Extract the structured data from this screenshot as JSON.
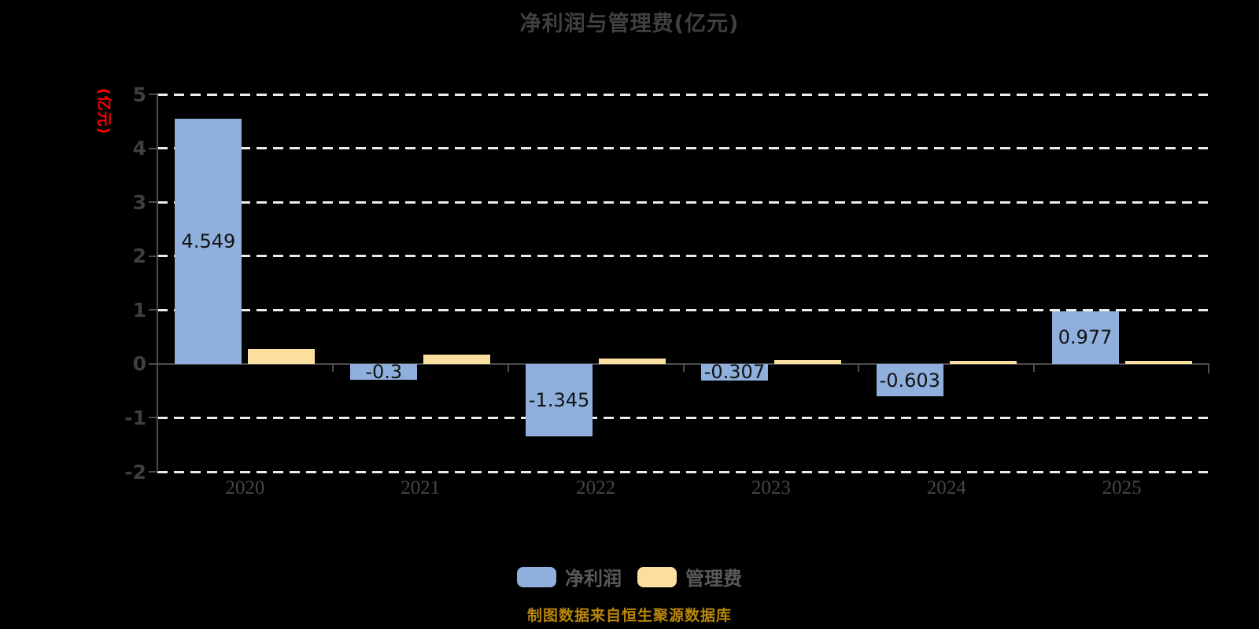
{
  "title": "净利润与管理费(亿元)",
  "y_axis_unit_label": "(亿元)",
  "footer": {
    "source_note": "制图数据来自恒生聚源数据库"
  },
  "legend": {
    "items": [
      {
        "label": "净利润",
        "color": "#8fb0dd"
      },
      {
        "label": "管理费",
        "color": "#fbdf9e"
      }
    ]
  },
  "chart_data": {
    "type": "bar",
    "title": "净利润与管理费(亿元)",
    "ylabel": "(亿元)",
    "categories": [
      "2020",
      "2021",
      "2022",
      "2023",
      "2024",
      "2025"
    ],
    "series": [
      {
        "name": "净利润",
        "color": "#8fb0dd",
        "values": [
          4.549,
          -0.3,
          -1.345,
          -0.307,
          -0.603,
          0.977
        ],
        "data_labels": [
          "4.549",
          "-0.3",
          "-1.345",
          "-0.307",
          "-0.603",
          "0.977"
        ]
      },
      {
        "name": "管理费",
        "color": "#fbdf9e",
        "values": [
          0.27,
          0.17,
          0.1,
          0.07,
          0.05,
          0.06
        ],
        "data_labels": []
      }
    ],
    "ylim": [
      -2,
      5
    ],
    "yticks": [
      5,
      4,
      3,
      2,
      1,
      0,
      -1,
      -2
    ],
    "grid": "horizontal-dashed-white",
    "zero_axis": "solid-dark",
    "legend_position": "bottom"
  },
  "colors": {
    "background": "#000000",
    "title": "#404040",
    "axis": "#4d4d4d",
    "gridline": "#ececec",
    "y_tick_label": "#3f3f3f",
    "x_tick_label": "#454545",
    "bar_label": "#111111",
    "legend_text": "#595959",
    "unit_label": "#ff0000",
    "source_note": "#b8860b"
  }
}
